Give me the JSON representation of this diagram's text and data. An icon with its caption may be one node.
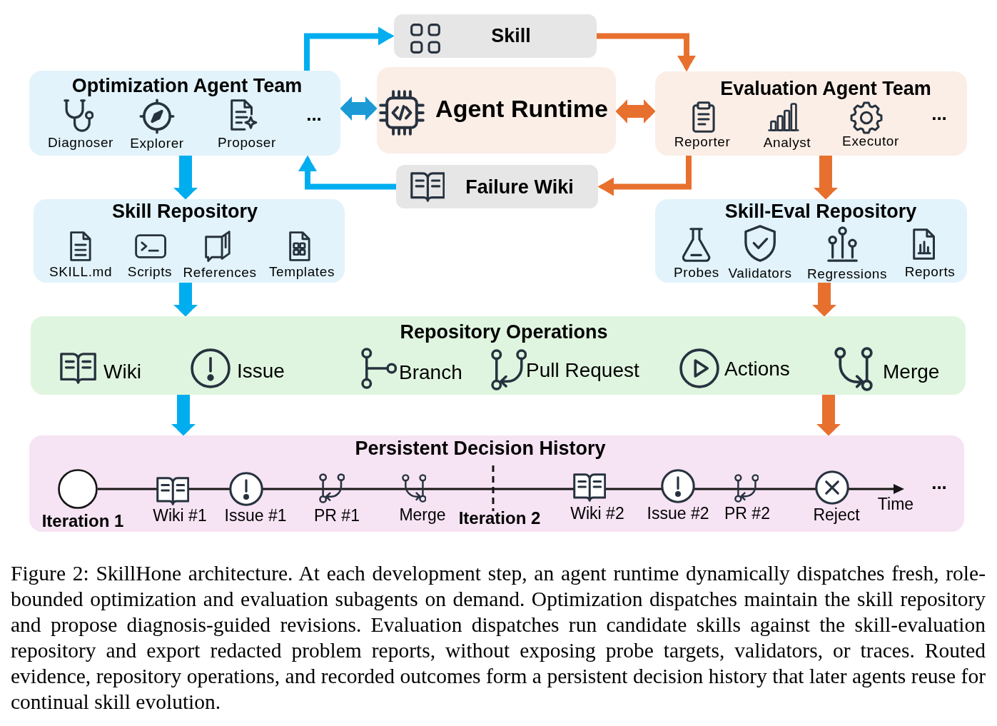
{
  "diagram": {
    "caption": "Figure 2: SkillHone architecture. At each development step, an agent runtime dynamically dispatches fresh, role-bounded optimization and evaluation subagents on demand. Optimization dispatches maintain the skill repository and propose diagnosis-guided revisions. Evaluation dispatches run candidate skills against the skill-evaluation repository and export redacted problem reports, without exposing probe targets, validators, or traces. Routed evidence, repository operations, and recorded outcomes form a persistent decision history that later agents reuse for continual skill evolution.",
    "nodes": [
      {
        "text": [
          "Optimization Agent Team",
          "Diagnoser",
          "Explorer",
          "Proposer",
          "..."
        ]
      },
      {
        "text": [
          "Skill"
        ]
      },
      {
        "text": [
          "Agent Runtime"
        ]
      },
      {
        "text": [
          "Evaluation Agent Team",
          "Reporter",
          "Analyst",
          "Executor",
          "..."
        ]
      },
      {
        "text": [
          "Failure Wiki"
        ]
      },
      {
        "text": [
          "Skill Repository",
          "SKILL.md",
          "Scripts",
          "References",
          "Templates"
        ]
      },
      {
        "text": [
          "Skill-Eval Repository",
          "Probes",
          "Validators",
          "Regressions",
          "Reports"
        ]
      },
      {
        "text": [
          "Repository Operations",
          "Wiki",
          "Issue",
          "Branch",
          "Pull Request",
          "Actions",
          "Merge"
        ]
      },
      {
        "text": [
          "Persistent Decision History",
          "Iteration 1",
          "Wiki #1",
          "Issue #1",
          "PR #1",
          "Merge",
          "Iteration 2",
          "Wiki #2",
          "Issue #2",
          "PR #2",
          "Reject",
          "Time",
          "..."
        ]
      }
    ],
    "edges": [
      {
        "from": 0,
        "to": 1,
        "arrow": "to",
        "color": "#00aeef"
      },
      {
        "from": 1,
        "to": 3,
        "arrow": "to",
        "color": "#e8702e"
      },
      {
        "from": 0,
        "to": 2,
        "arrow": "both",
        "color": "#1b9ad6"
      },
      {
        "from": 2,
        "to": 3,
        "arrow": "both",
        "color": "#e8702e"
      },
      {
        "from": 3,
        "to": 4,
        "arrow": "to",
        "color": "#e8702e"
      },
      {
        "from": 4,
        "to": 0,
        "arrow": "to",
        "color": "#00aeef"
      },
      {
        "from": 0,
        "to": 5,
        "arrow": "to",
        "color": "#00aeef"
      },
      {
        "from": 3,
        "to": 6,
        "arrow": "to",
        "color": "#e8702e"
      },
      {
        "from": 5,
        "to": 7,
        "arrow": "to",
        "color": "#00aeef"
      },
      {
        "from": 6,
        "to": 7,
        "arrow": "to",
        "color": "#e8702e"
      },
      {
        "from": 7,
        "to": 8,
        "arrow": "to",
        "color": "#00aeef"
      },
      {
        "from": 7,
        "to": 8,
        "arrow": "to",
        "color": "#e8702e"
      }
    ]
  }
}
